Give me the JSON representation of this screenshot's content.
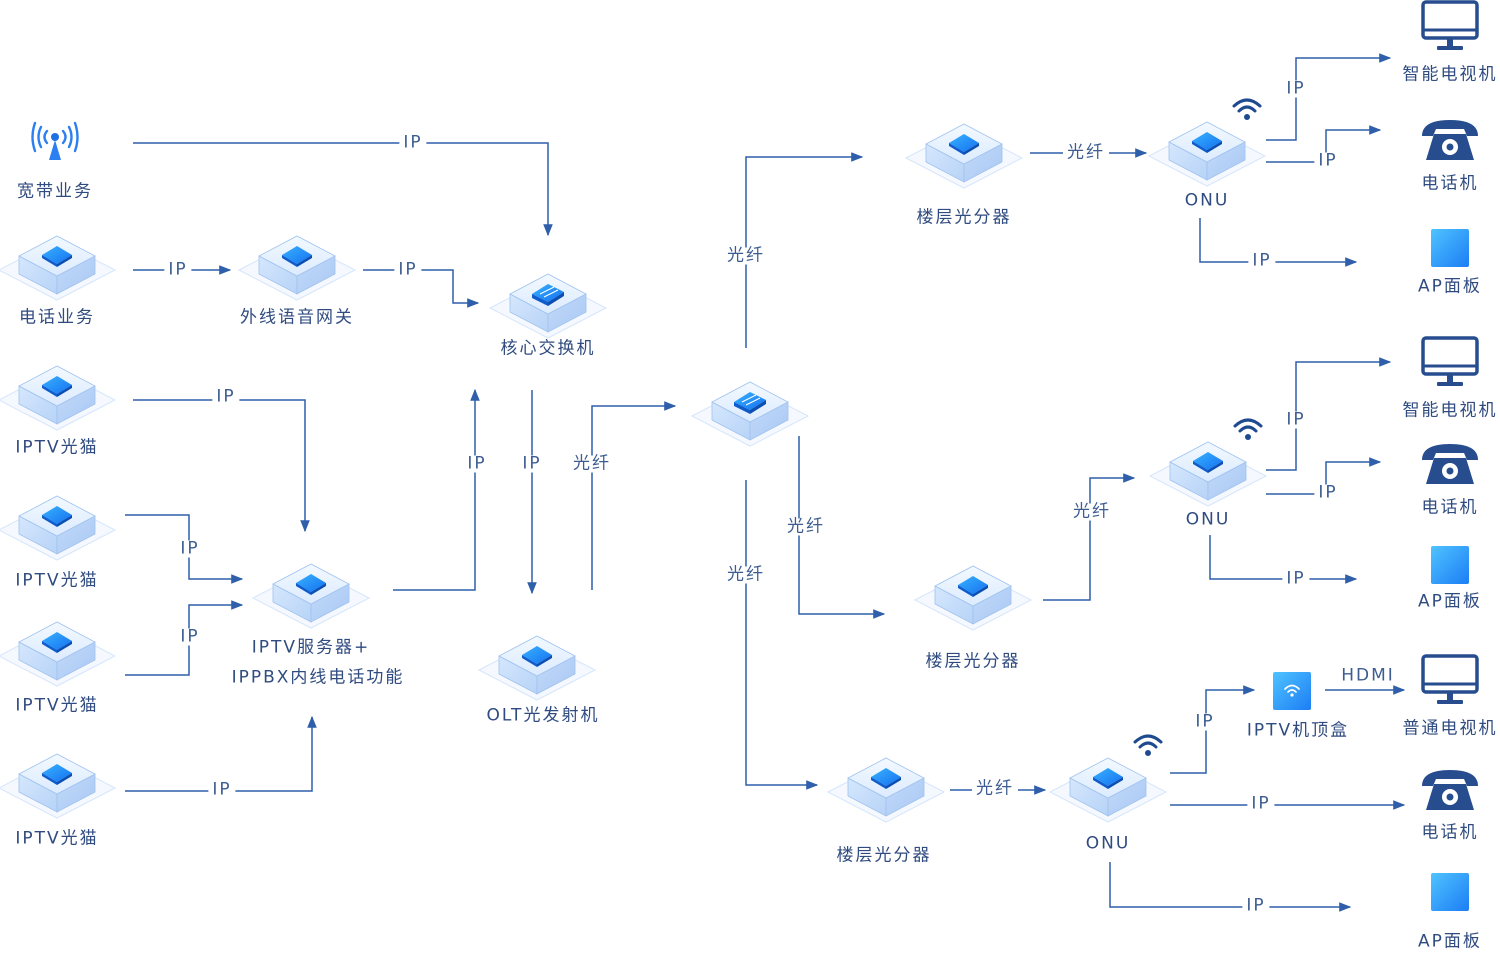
{
  "colors": {
    "line": "#2f5faa",
    "text": "#2f4b80",
    "accent": "#1e8cff",
    "cube_top": "#eaf4ff",
    "cube_side": "#c6defb",
    "device_dark": "#274d8f"
  },
  "nodes": {
    "broadband": {
      "label": "宽带业务",
      "icon": "antenna-icon"
    },
    "phone_service": {
      "label": "电话业务",
      "icon": "cube-icon"
    },
    "voice_gateway": {
      "label": "外线语音网关",
      "icon": "cube-icon"
    },
    "core_switch": {
      "label": "核心交换机",
      "icon": "switch-cube-icon"
    },
    "iptv_modem_1": {
      "label": "IPTV光猫",
      "icon": "cube-icon"
    },
    "iptv_modem_2": {
      "label": "IPTV光猫",
      "icon": "cube-icon"
    },
    "iptv_modem_3": {
      "label": "IPTV光猫",
      "icon": "cube-icon"
    },
    "iptv_modem_4": {
      "label": "IPTV光猫",
      "icon": "cube-icon"
    },
    "iptv_server": {
      "label_line1": "IPTV服务器+",
      "label_line2": "IPPBX内线电话功能",
      "icon": "cube-icon"
    },
    "olt": {
      "label": "OLT光发射机",
      "icon": "cube-icon"
    },
    "splitter_hub": {
      "label": "",
      "icon": "switch-cube-icon"
    },
    "floor_splitter_1": {
      "label": "楼层光分器",
      "icon": "cube-icon"
    },
    "floor_splitter_2": {
      "label": "楼层光分器",
      "icon": "cube-icon"
    },
    "floor_splitter_3": {
      "label": "楼层光分器",
      "icon": "cube-icon"
    },
    "onu_1": {
      "label": "ONU",
      "icon": "wifi-cube-icon"
    },
    "onu_2": {
      "label": "ONU",
      "icon": "wifi-cube-icon"
    },
    "onu_3": {
      "label": "ONU",
      "icon": "wifi-cube-icon"
    },
    "smart_tv_1": {
      "label": "智能电视机",
      "icon": "monitor-icon"
    },
    "phone_1": {
      "label": "电话机",
      "icon": "telephone-icon"
    },
    "ap_1": {
      "label": "AP面板",
      "icon": "ap-panel-icon"
    },
    "smart_tv_2": {
      "label": "智能电视机",
      "icon": "monitor-icon"
    },
    "phone_2": {
      "label": "电话机",
      "icon": "telephone-icon"
    },
    "ap_2": {
      "label": "AP面板",
      "icon": "ap-panel-icon"
    },
    "stb": {
      "label": "IPTV机顶盒",
      "icon": "set-top-box-icon"
    },
    "normal_tv": {
      "label": "普通电视机",
      "icon": "monitor-icon"
    },
    "phone_3": {
      "label": "电话机",
      "icon": "telephone-icon"
    },
    "ap_3": {
      "label": "AP面板",
      "icon": "ap-panel-icon"
    }
  },
  "edge_labels": {
    "broadband_ip": "IP",
    "phone_gw_ip": "IP",
    "gw_core_ip": "IP",
    "modem1_ip": "IP",
    "modem2_ip": "IP",
    "modem3_ip": "IP",
    "modem4_ip": "IP",
    "server_core_ip": "IP",
    "core_olt_ip": "IP",
    "olt_fiber": "光纤",
    "hub_up_fiber": "光纤",
    "hub_mid_fiber": "光纤",
    "hub_down_fiber": "光纤",
    "fs1_onu_fiber": "光纤",
    "fs2_onu_fiber": "光纤",
    "fs3_onu_fiber": "光纤",
    "onu1_tv_ip": "IP",
    "onu1_phone_ip": "IP",
    "onu1_ap_ip": "IP",
    "onu2_tv_ip": "IP",
    "onu2_phone_ip": "IP",
    "onu2_ap_ip": "IP",
    "onu3_stb_ip": "IP",
    "stb_tv_hdmi": "HDMI",
    "onu3_phone_ip": "IP",
    "onu3_ap_ip": "IP"
  }
}
